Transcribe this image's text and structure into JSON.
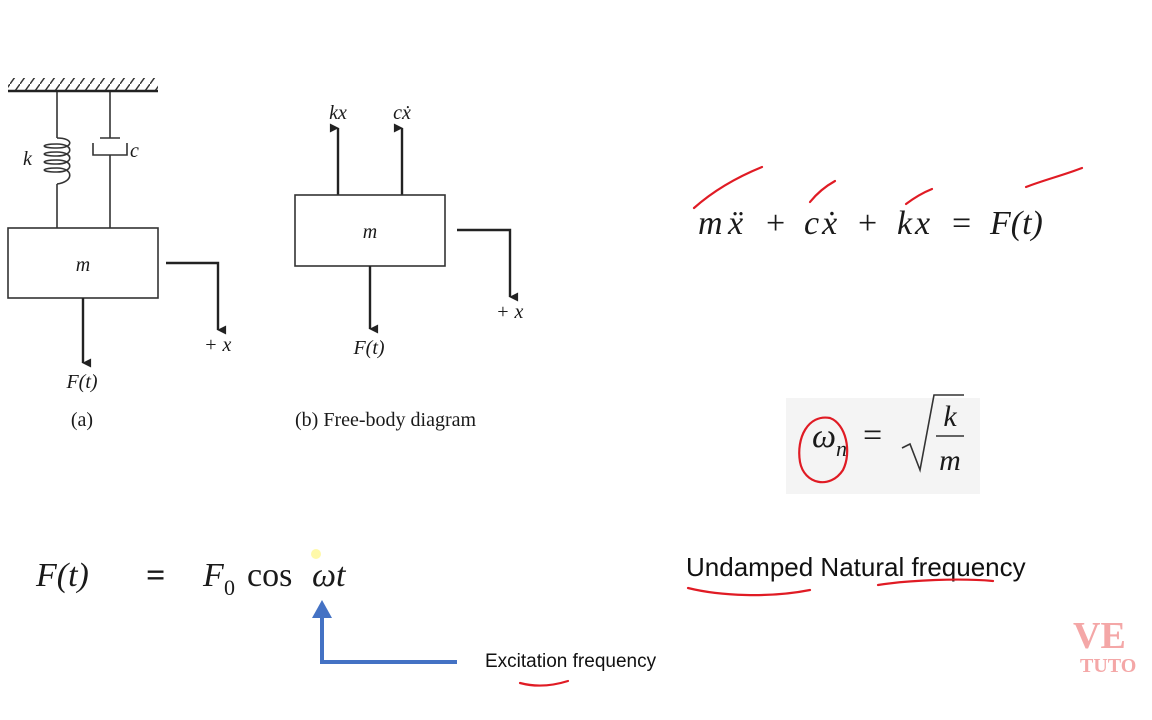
{
  "diagram_a": {
    "spring_label": "k",
    "damper_label": "c",
    "mass_label": "m",
    "displacement_label": "+ x",
    "force_label": "F(t)",
    "caption": "(a)"
  },
  "diagram_b": {
    "force_kx": "kx",
    "force_cx": "cẋ",
    "mass_label": "m",
    "displacement_label": "+ x",
    "force_label": "F(t)",
    "caption": "(b) Free-body diagram"
  },
  "equation_of_motion": {
    "m": "m",
    "xdd": "ẍ",
    "plus1": "+",
    "c": "c",
    "xd": "ẋ",
    "plus2": "+",
    "k": "k",
    "x": "x",
    "equals": "=",
    "rhs": "F(t)"
  },
  "natural_frequency": {
    "omega": "ω",
    "sub": "n",
    "equals": "=",
    "numerator": "k",
    "denominator": "m",
    "label": "Undamped Natural frequency"
  },
  "forcing_function": {
    "lhs": "F(t)",
    "equals": "=",
    "amplitude": "F",
    "amplitude_sub": "0",
    "func": "cos",
    "arg": "ωt",
    "arrow_label": "Excitation frequency"
  },
  "colors": {
    "ink": "#e01b24",
    "arrow": "#4472c4"
  }
}
